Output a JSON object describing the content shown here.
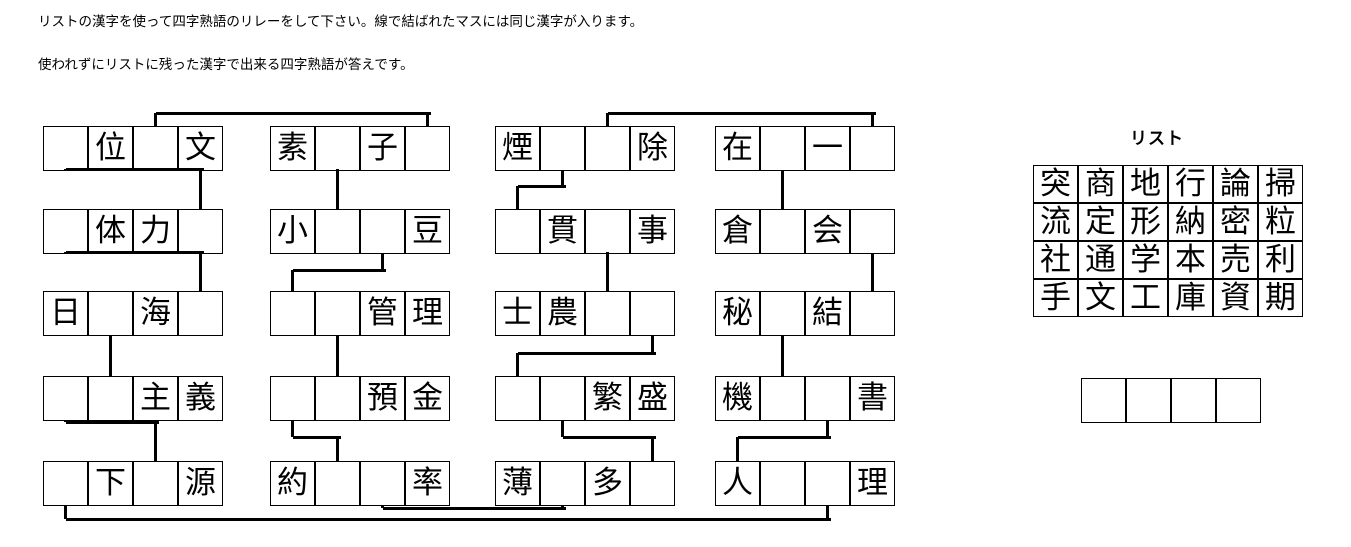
{
  "instructions": {
    "line1": "リストの漢字を使って四字熟語のリレーをして下さい。線で結ばれたマスには同じ漢字が入ります。",
    "line2": "使われずにリストに残った漢字で出来る四字熟語が答えです。"
  },
  "puzzle": {
    "columns": [
      {
        "name": "column-1",
        "rows": [
          {
            "cells": [
              "",
              "位",
              "",
              "文"
            ]
          },
          {
            "cells": [
              "",
              "体",
              "力",
              ""
            ]
          },
          {
            "cells": [
              "日",
              "",
              "海",
              ""
            ]
          },
          {
            "cells": [
              "",
              "",
              "主",
              "義"
            ]
          },
          {
            "cells": [
              "",
              "下",
              "",
              "源"
            ]
          }
        ]
      },
      {
        "name": "column-2",
        "rows": [
          {
            "cells": [
              "素",
              "",
              "子",
              ""
            ]
          },
          {
            "cells": [
              "小",
              "",
              "",
              "豆"
            ]
          },
          {
            "cells": [
              "",
              "",
              "管",
              "理"
            ]
          },
          {
            "cells": [
              "",
              "",
              "預",
              "金"
            ]
          },
          {
            "cells": [
              "約",
              "",
              "",
              "率"
            ]
          }
        ]
      },
      {
        "name": "column-3",
        "rows": [
          {
            "cells": [
              "煙",
              "",
              "",
              "除"
            ]
          },
          {
            "cells": [
              "",
              "貫",
              "",
              "事"
            ]
          },
          {
            "cells": [
              "士",
              "農",
              "",
              ""
            ]
          },
          {
            "cells": [
              "",
              "",
              "繁",
              "盛"
            ]
          },
          {
            "cells": [
              "薄",
              "",
              "多",
              ""
            ]
          }
        ]
      },
      {
        "name": "column-4",
        "rows": [
          {
            "cells": [
              "在",
              "",
              "一",
              ""
            ]
          },
          {
            "cells": [
              "倉",
              "",
              "会",
              ""
            ]
          },
          {
            "cells": [
              "秘",
              "",
              "結",
              ""
            ]
          },
          {
            "cells": [
              "機",
              "",
              "",
              "書"
            ]
          },
          {
            "cells": [
              "人",
              "",
              "",
              "理"
            ]
          }
        ]
      }
    ]
  },
  "list": {
    "title": "リスト",
    "rows": [
      [
        "突",
        "商",
        "地",
        "行",
        "論",
        "掃"
      ],
      [
        "流",
        "定",
        "形",
        "納",
        "密",
        "粒"
      ],
      [
        "社",
        "通",
        "学",
        "本",
        "売",
        "利"
      ],
      [
        "手",
        "文",
        "工",
        "庫",
        "資",
        "期"
      ]
    ]
  },
  "answer": {
    "cells": [
      "",
      "",
      "",
      ""
    ]
  }
}
